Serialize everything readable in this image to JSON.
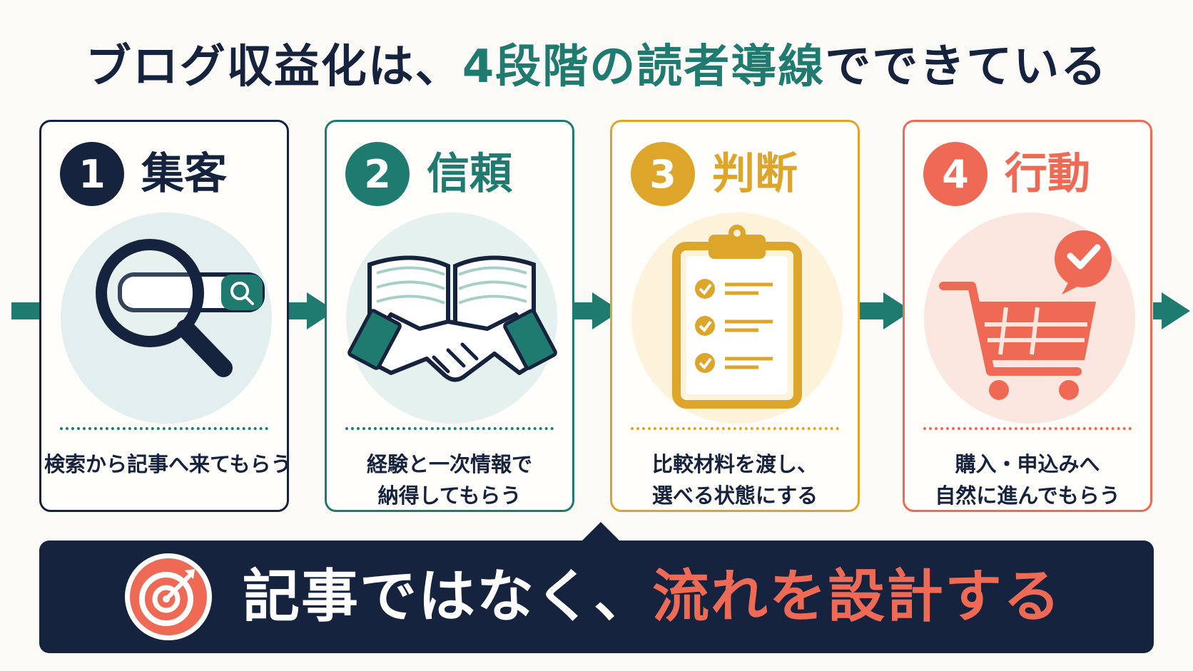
{
  "header": {
    "title_part1": "ブログ収益化は、",
    "title_highlight": "4段階の読者導線",
    "title_part2": "でできている"
  },
  "steps": [
    {
      "number": "1",
      "title": "集客",
      "icon": "magnifier-search-icon",
      "color": "#15233f",
      "tint": "#e2efee",
      "description_lines": [
        "検索から記事へ来てもらう"
      ]
    },
    {
      "number": "2",
      "title": "信頼",
      "icon": "book-handshake-icon",
      "color": "#1f7a70",
      "tint": "#e5f1ee",
      "description_lines": [
        "経験と一次情報で",
        "納得してもらう"
      ]
    },
    {
      "number": "3",
      "title": "判断",
      "icon": "clipboard-checklist-icon",
      "color": "#dda62b",
      "tint": "#fdf3db",
      "description_lines": [
        "比較材料を渡し、",
        "選べる状態にする"
      ]
    },
    {
      "number": "4",
      "title": "行動",
      "icon": "shopping-cart-check-icon",
      "color": "#ef6a55",
      "tint": "#fce6e0",
      "description_lines": [
        "購入・申込みへ",
        "自然に進んでもらう"
      ]
    }
  ],
  "footer": {
    "icon": "target-icon",
    "text_part1": "記事ではなく、",
    "text_highlight": "流れを設計する"
  },
  "colors": {
    "navy": "#15233f",
    "teal": "#1f7a70",
    "gold": "#dda62b",
    "coral": "#ef6a55",
    "background": "#fbfaf6"
  }
}
